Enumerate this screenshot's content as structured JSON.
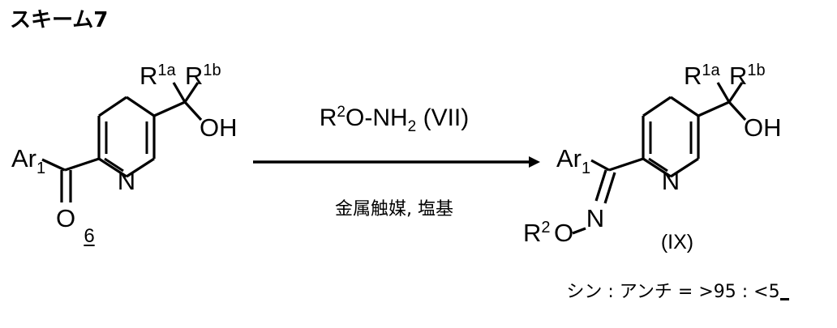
{
  "scheme": {
    "title": "スキーム7",
    "type": "chemical-reaction-scheme",
    "language": "ja"
  },
  "reactant": {
    "compound_label": "6",
    "core": "pyridine",
    "labels": {
      "aryl": "Ar",
      "aryl_sub": "1",
      "ring_heteroatom": "N",
      "hydroxyl": "OH",
      "r1a": "R",
      "r1a_sup": "1a",
      "r1b": "R",
      "r1b_sup": "1b",
      "carbonyl_oxygen": "O"
    }
  },
  "reaction": {
    "reagent": {
      "r_symbol": "R",
      "r_sup": "2",
      "linker": "O-NH",
      "h_sub": "2",
      "roman": "(VII)",
      "full_text": "R2O-NH2 (VII)"
    },
    "conditions": "金属触媒, 塩基",
    "arrow": "right-arrow"
  },
  "product": {
    "compound_label": "(IX)",
    "core": "pyridine",
    "labels": {
      "aryl": "Ar",
      "aryl_sub": "1",
      "ring_heteroatom": "N",
      "oxime_nitrogen": "N",
      "oxime_oxygen": "O",
      "r2": "R",
      "r2_sup": "2",
      "hydroxyl": "OH",
      "r1a": "R",
      "r1a_sup": "1a",
      "r1b": "R",
      "r1b_sup": "1b"
    },
    "stereo_ratio": "シン : アンチ = >95 : <5"
  },
  "colors": {
    "ink": "#000000",
    "background": "#ffffff"
  }
}
